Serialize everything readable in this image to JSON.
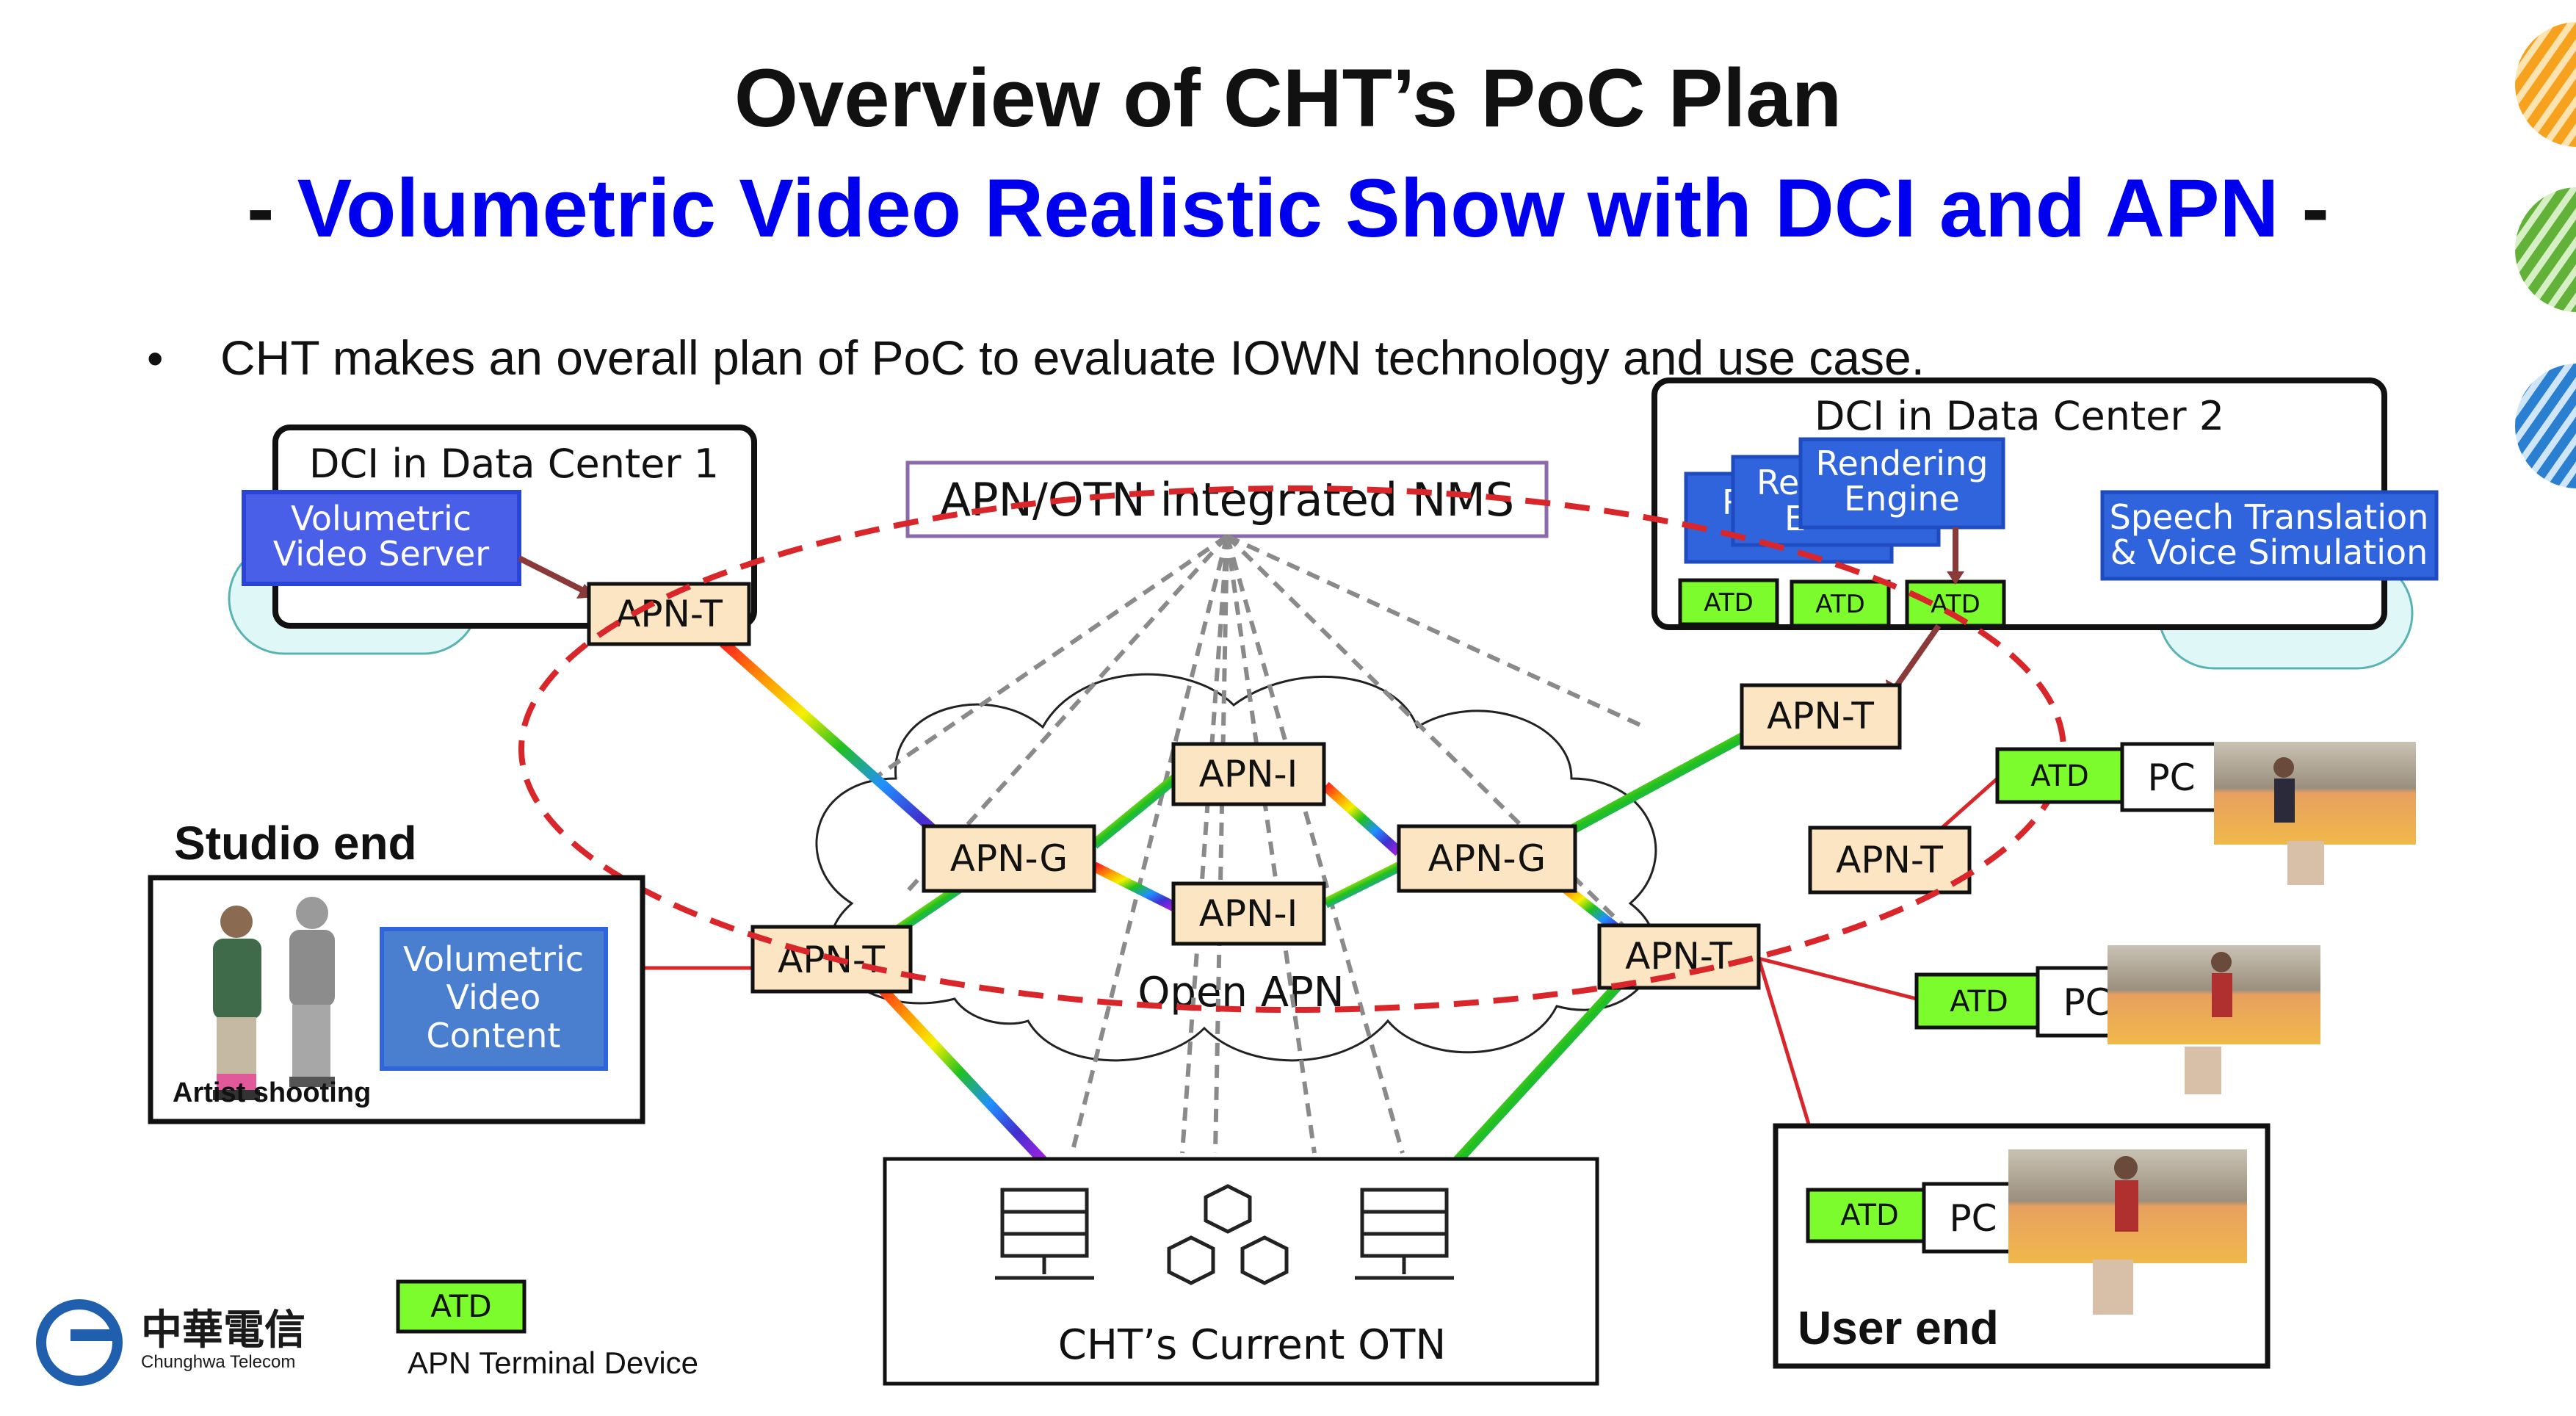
{
  "title": {
    "line1": "Overview of CHT’s PoC Plan",
    "line2_dash_left": "- ",
    "line2_blue": "Volumetric Video Realistic Show with DCI and APN",
    "line2_dash_right": " -"
  },
  "bullet": {
    "symbol": "•",
    "text": "CHT makes an overall plan of PoC to evaluate IOWN technology and use case."
  },
  "dc1": {
    "label": "DCI in Data Center 1",
    "server_line1": "Volumetric",
    "server_line2": "Video Server",
    "apn": "APN-T"
  },
  "dc2": {
    "label": "DCI in Data Center 2",
    "re_back1": "R",
    "re_back2_a": "Re",
    "re_back2_b": "E",
    "re_front_line1": "Rendering",
    "re_front_line2": "Engine",
    "speech_line1": "Speech Translation",
    "speech_line2": "& Voice Simulation",
    "atd": [
      "ATD",
      "ATD",
      "ATD"
    ]
  },
  "nms": {
    "label": "APN/OTN integrated NMS"
  },
  "open_apn": {
    "label": "Open APN",
    "apn_i_top": "APN-I",
    "apn_i_bottom": "APN-I",
    "apn_g_left": "APN-G",
    "apn_g_right": "APN-G"
  },
  "apn_t": {
    "right_top": "APN-T",
    "right_mid": "APN-T",
    "right_low": "APN-T",
    "studio": "APN-T"
  },
  "studio": {
    "heading": "Studio end",
    "content_line1": "Volumetric",
    "content_line2": "Video",
    "content_line3": "Content",
    "caption": "Artist shooting"
  },
  "user_devices": [
    {
      "atd": "ATD",
      "pc": "PC"
    },
    {
      "atd": "ATD",
      "pc": "PC"
    },
    {
      "atd": "ATD",
      "pc": "PC"
    }
  ],
  "user_end": {
    "label": "User end"
  },
  "otn": {
    "label": "CHT’s Current OTN"
  },
  "legend": {
    "atd": "ATD",
    "desc": "APN Terminal Device"
  },
  "logo": {
    "cn": "中華電信",
    "en": "Chunghwa Telecom"
  },
  "colors": {
    "title_blue": "#0000ee",
    "server_blue": "#4a5fe8",
    "engine_blue": "#2f64dd",
    "apn_fill": "#fce5c3",
    "atd_green": "#7cfc2c",
    "red": "#d9262b",
    "nms_border": "#8a6aab",
    "cloud_cyan": "#dff7f7"
  }
}
